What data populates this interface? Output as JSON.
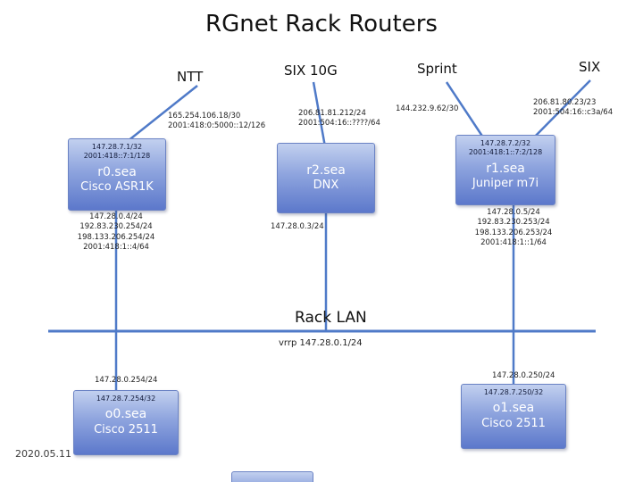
{
  "title": "RGnet Rack Routers",
  "date": "2020.05.11",
  "uplinks": {
    "ntt": {
      "label": "NTT",
      "addr1": "165.254.106.18/30",
      "addr2": "2001:418:0:5000::12/126"
    },
    "six10g": {
      "label": "SIX 10G",
      "addr1": "206.81.81.212/24",
      "addr2": "2001:504:16::????/64"
    },
    "sprint": {
      "label": "Sprint",
      "addr1": "144.232.9.62/30"
    },
    "six": {
      "label": "SIX",
      "addr1": "206.81.80.23/23",
      "addr2": "2001:504:16::c3a/64"
    }
  },
  "routers": {
    "r0": {
      "lo1": "147.28.7.1/32",
      "lo2": "2001:418::7:1/128",
      "name": "r0.sea",
      "model": "Cisco ASR1K",
      "lan1": "147.28.0.4/24",
      "lan2": "192.83.230.254/24",
      "lan3": "198.133.206.254/24",
      "lan4": "2001:418:1::4/64"
    },
    "r2": {
      "name": "r2.sea",
      "model": "DNX",
      "lan1": "147.28.0.3/24"
    },
    "r1": {
      "lo1": "147.28.7.2/32",
      "lo2": "2001:418:1::7:2/128",
      "name": "r1.sea",
      "model": "Juniper m7i",
      "lan1": "147.28.0.5/24",
      "lan2": "192.83.230.253/24",
      "lan3": "198.133.206.253/24",
      "lan4": "2001:418:1::1/64"
    }
  },
  "lan": {
    "label": "Rack LAN",
    "vrrp": "vrrp 147.28.0.1/24"
  },
  "consoles": {
    "o0": {
      "lan": "147.28.0.254/24",
      "lo": "147.28.7.254/32",
      "name": "o0.sea",
      "model": "Cisco 2511"
    },
    "o1": {
      "lan": "147.28.0.250/24",
      "lo": "147.28.7.250/32",
      "name": "o1.sea",
      "model": "Cisco 2511"
    }
  },
  "colors": {
    "line": "#4f7ac8",
    "box_top": "#c2d0ef",
    "box_bottom": "#5c78cb"
  }
}
